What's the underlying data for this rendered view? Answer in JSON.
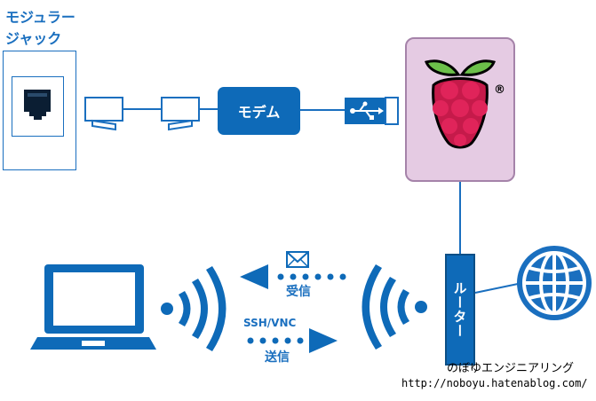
{
  "labels": {
    "jack_line1": "モジュラー",
    "jack_line2": "ジャック",
    "modem": "モデム",
    "router": "ルーター",
    "receive": "受信",
    "protocol": "SSH/VNC",
    "send": "送信",
    "registered": "®"
  },
  "credit": {
    "name": "のぼゆエンジニアリング",
    "url": "http://noboyu.hatenablog.com/"
  },
  "icons": {
    "usb": "usb-icon",
    "raspberry_pi": "raspberry-pi-logo",
    "globe": "globe-icon",
    "laptop": "laptop-icon",
    "mail": "mail-icon"
  },
  "colors": {
    "blue": "#0e6ab8",
    "pi_background": "#e5cbe3",
    "raspberry": "#c51a4a",
    "leaf": "#6cc04a"
  }
}
